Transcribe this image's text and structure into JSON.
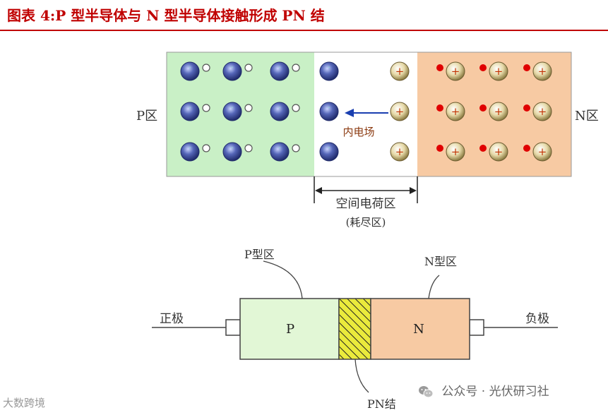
{
  "title": "图表 4:P 型半导体与 N 型半导体接触形成 PN 结",
  "top_diagram": {
    "p_region_label": "P区",
    "n_region_label": "N区",
    "field_label": "内电场",
    "space_charge_label": "空间电荷区",
    "depletion_label": "(耗尽区)",
    "minus_sign": "-",
    "plus_sign": "+",
    "colors": {
      "p_bg": "#c9f0c6",
      "n_bg": "#f7caa3",
      "field_arrow": "#1a3fb0",
      "field_text": "#8b3a10",
      "hole_dot": "#e00000"
    }
  },
  "bottom_diagram": {
    "p_type_label": "P型区",
    "n_type_label": "N型区",
    "positive_electrode": "正极",
    "negative_electrode": "负极",
    "p_block": "P",
    "n_block": "N",
    "junction_label": "PN结",
    "colors": {
      "p_bg": "#e2f7d6",
      "n_bg": "#f7caa3",
      "junction": "#e8e83a"
    }
  },
  "footer": {
    "watermark": "大数跨境",
    "source": "公众号 · 光伏研习社"
  }
}
